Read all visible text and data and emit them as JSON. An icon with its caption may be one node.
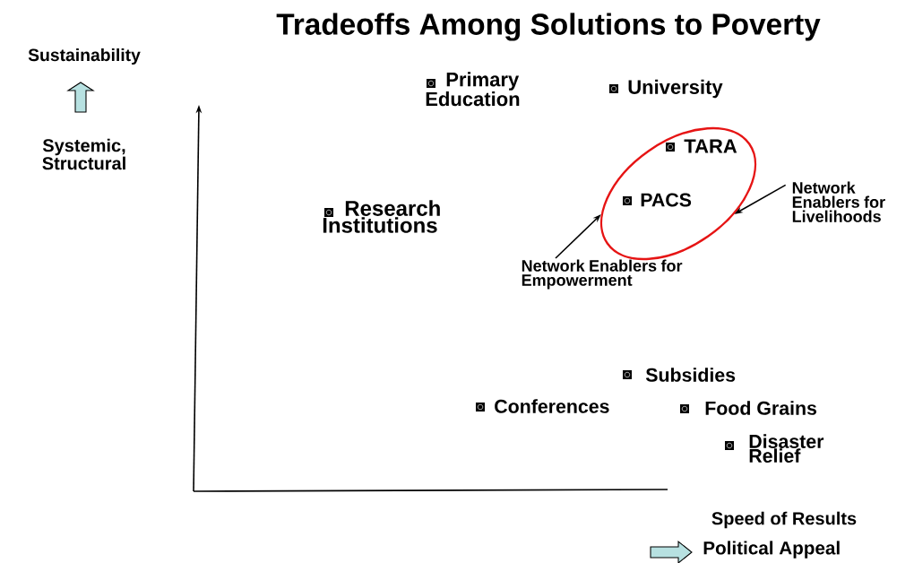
{
  "diagram": {
    "title": "Tradeoffs Among Solutions to Poverty",
    "nodes": [
      {
        "text": [],
        "shape": "ellipse"
      },
      {
        "text": [
          "Network Enablers for Empowerment"
        ]
      },
      {
        "text": [
          "Network Enablers for Livelihoods"
        ]
      }
    ],
    "edges": [
      {
        "from": 1,
        "to": 0,
        "arrow": "to"
      },
      {
        "from": 2,
        "to": 0,
        "arrow": "to"
      }
    ],
    "labels": [
      "Sustainability",
      "Systemic, Structural",
      "Primary Education",
      "University",
      "TARA",
      "Research Institutions",
      "PACS",
      "Subsidies",
      "Conferences",
      "Food Grains",
      "Disaster Relief",
      "Speed of Results",
      "Political Appeal"
    ]
  }
}
